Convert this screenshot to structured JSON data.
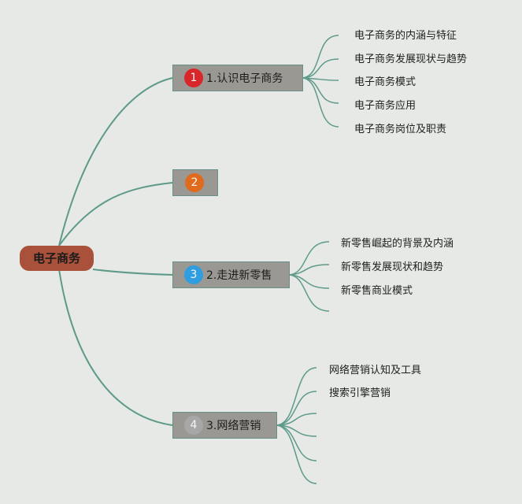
{
  "colors": {
    "background": "#e6e9e6",
    "link": "#5e9a8a",
    "root_fill": "#a9513a",
    "node_fill": "#9a9892",
    "badge_red": "#d8262a",
    "badge_orange": "#e06b1f",
    "badge_blue": "#2e9ee0",
    "badge_gray": "#a7a7a7"
  },
  "root": {
    "label": "电子商务"
  },
  "branches": [
    {
      "badge": "1",
      "label": "1.认识电子商务",
      "leaves": [
        "电子商务的内涵与特征",
        "电子商务发展现状与趋势",
        "电子商务模式",
        "电子商务应用",
        "电子商务岗位及职责"
      ]
    },
    {
      "badge": "2",
      "label": "",
      "leaves": []
    },
    {
      "badge": "3",
      "label": "2.走进新零售",
      "leaves": [
        "新零售崛起的背景及内涵",
        "新零售发展现状和趋势",
        "新零售商业模式",
        ""
      ]
    },
    {
      "badge": "4",
      "label": "3.网络营销",
      "leaves": [
        "网络营销认知及工具",
        "搜索引擎营销",
        "",
        "",
        "",
        ""
      ]
    }
  ]
}
